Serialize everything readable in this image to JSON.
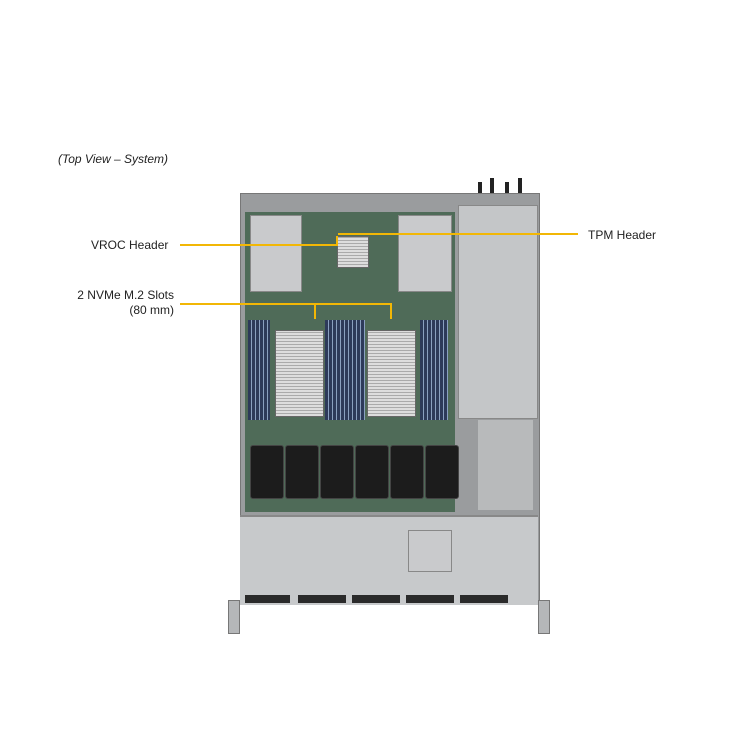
{
  "caption": "(Top View – System)",
  "callouts": {
    "vroc": "VROC Header",
    "tpm": "TPM Header",
    "nvme_line1": "2 NVMe M.2 Slots",
    "nvme_line2": "(80 mm)"
  },
  "colors": {
    "callout_line": "#f2b705"
  }
}
